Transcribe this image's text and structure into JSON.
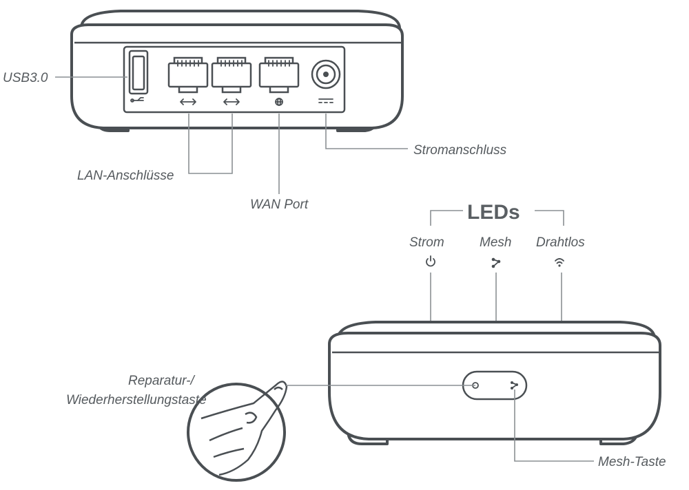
{
  "labels": {
    "usb": "USB3.0",
    "power_port": "Stromanschluss",
    "lan_ports": "LAN-Anschlüsse",
    "wan_port": "WAN Port",
    "leds_title": "LEDs",
    "led_power": "Strom",
    "led_mesh": "Mesh",
    "led_wireless": "Drahtlos",
    "reset_line1": "Reparatur-/",
    "reset_line2": "Wiederherstellungstaste",
    "mesh_button": "Mesh-Taste"
  },
  "icons": {
    "usb": "usb-icon",
    "lan": "lan-arrows-icon",
    "wan": "globe-icon",
    "dc": "dc-power-icon",
    "power": "power-icon",
    "mesh": "mesh-icon",
    "wifi": "wifi-icon"
  },
  "colors": {
    "outline": "#4a4f53",
    "text": "#555a5e",
    "leader": "#8a8f93"
  }
}
